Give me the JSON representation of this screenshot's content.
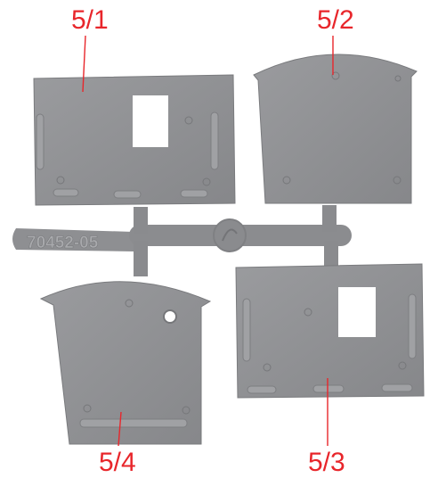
{
  "callouts": {
    "part_5_1": "5/1",
    "part_5_2": "5/2",
    "part_5_3": "5/3",
    "part_5_4": "5/4"
  },
  "sprue": {
    "molded_code": "70452-05"
  },
  "colors": {
    "label_red": "#e8262b",
    "plastic_gray": "#8f9093",
    "background": "#ffffff"
  }
}
